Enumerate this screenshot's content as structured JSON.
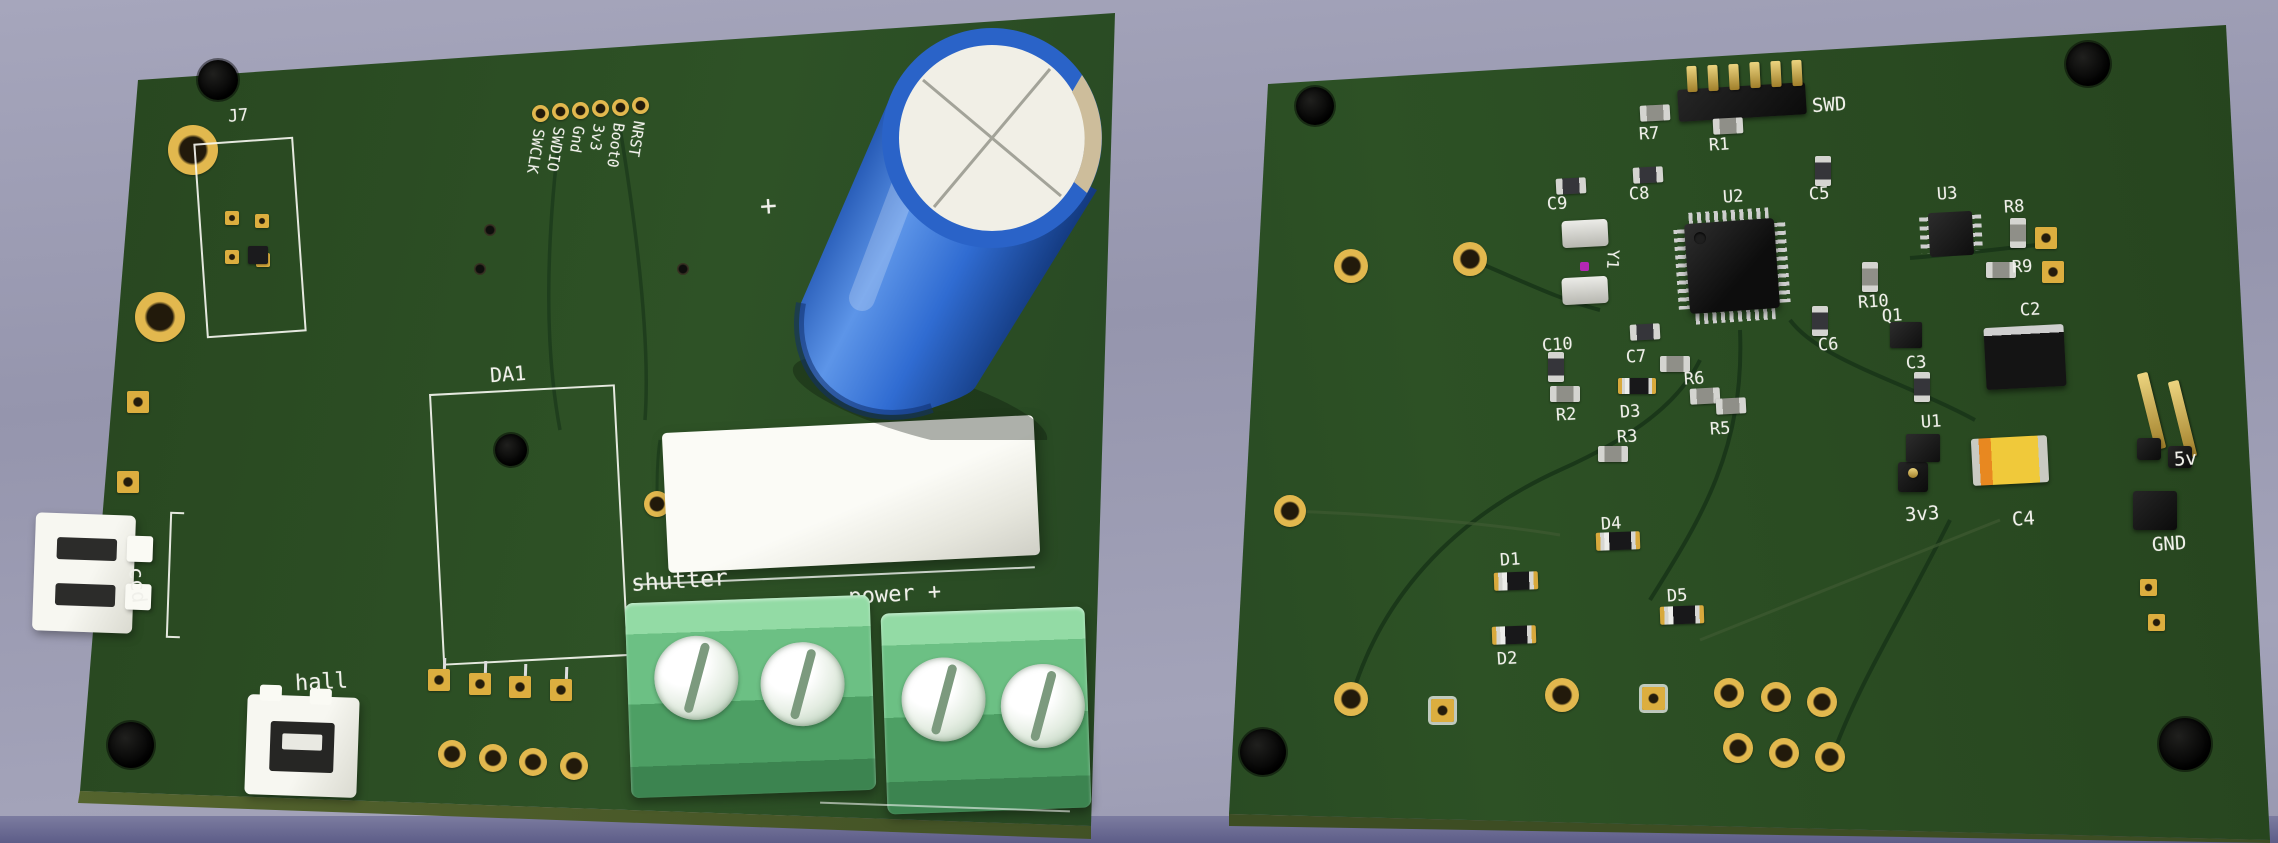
{
  "left_board": {
    "refs": {
      "j7": "J7",
      "da1": "DA1"
    },
    "silkscreen": {
      "shutter": "shutter",
      "power_polarity": "- power +",
      "ccd": "ccd",
      "hall": "hall",
      "plus_mark": "+"
    },
    "swd_breakout_labels": [
      "SWCLK",
      "SWDIO",
      "Gnd",
      "3v3",
      "Boot0",
      "NRST"
    ]
  },
  "right_board": {
    "refs": {
      "swd": "SWD",
      "r1": "R1",
      "r2": "R2",
      "r3": "R3",
      "r5": "R5",
      "r6": "R6",
      "r7": "R7",
      "r8": "R8",
      "r9": "R9",
      "r10": "R10",
      "c2": "C2",
      "c3": "C3",
      "c4": "C4",
      "c5": "C5",
      "c6": "C6",
      "c7": "C7",
      "c8": "C8",
      "c9": "C9",
      "c10": "C10",
      "d1": "D1",
      "d2": "D2",
      "d3": "D3",
      "d4": "D4",
      "d5": "D5",
      "u1": "U1",
      "u2": "U2",
      "u3": "U3",
      "y1": "Y1",
      "q1": "Q1"
    },
    "power": {
      "v33": "3v3",
      "v5": "5v",
      "gnd": "GND"
    }
  },
  "colors": {
    "background": "#9a9ab2",
    "pcb_green": "#2b4c26",
    "pad_gold": "#dcae3f",
    "capacitor_blue": "#2f6fd6",
    "capacitor_top": "#f1efe6",
    "terminal_green": "#6cc084",
    "tantalum_yellow": "#f0c93a",
    "silkscreen_white": "#f0f0ea"
  }
}
